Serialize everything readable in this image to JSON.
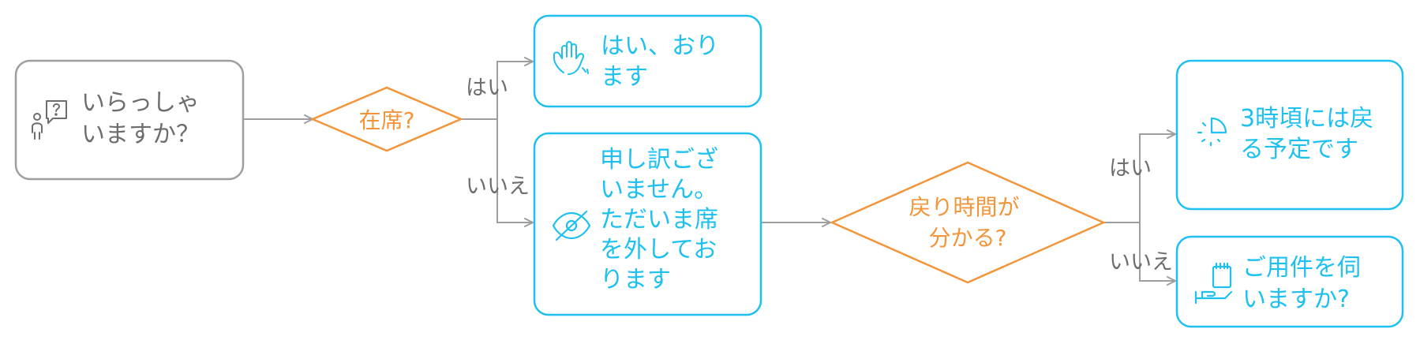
{
  "colors": {
    "start_border": "#9e9e9e",
    "start_text": "#6d6d6d",
    "decision": "#f2953a",
    "outcome": "#1ec0f0",
    "connector": "#9e9e9e",
    "label": "#6d6d6d"
  },
  "start": {
    "icon": "person-question-icon",
    "lines": [
      "いらっしゃ",
      "いますか？"
    ]
  },
  "decision_present": {
    "text": "在席?"
  },
  "outcome_present": {
    "icon": "waving-hand-icon",
    "lines": [
      "はい、おり",
      "ます"
    ]
  },
  "outcome_absent": {
    "icon": "eye-off-icon",
    "lines": [
      "申し訳ござ",
      "いません。",
      "ただいま席",
      "を外してお",
      "ります"
    ]
  },
  "decision_return": {
    "lines": [
      "戻り時間が",
      "分かる?"
    ]
  },
  "outcome_return_known": {
    "icon": "dashed-clock-icon",
    "lines": [
      "3時頃には戻",
      "る予定です"
    ]
  },
  "outcome_return_unknown": {
    "icon": "notepad-hand-icon",
    "lines": [
      "ご用件を伺",
      "いますか?"
    ]
  },
  "edge_labels": {
    "present_yes": "はい",
    "present_no": "いいえ",
    "return_yes": "はい",
    "return_no": "いいえ"
  }
}
